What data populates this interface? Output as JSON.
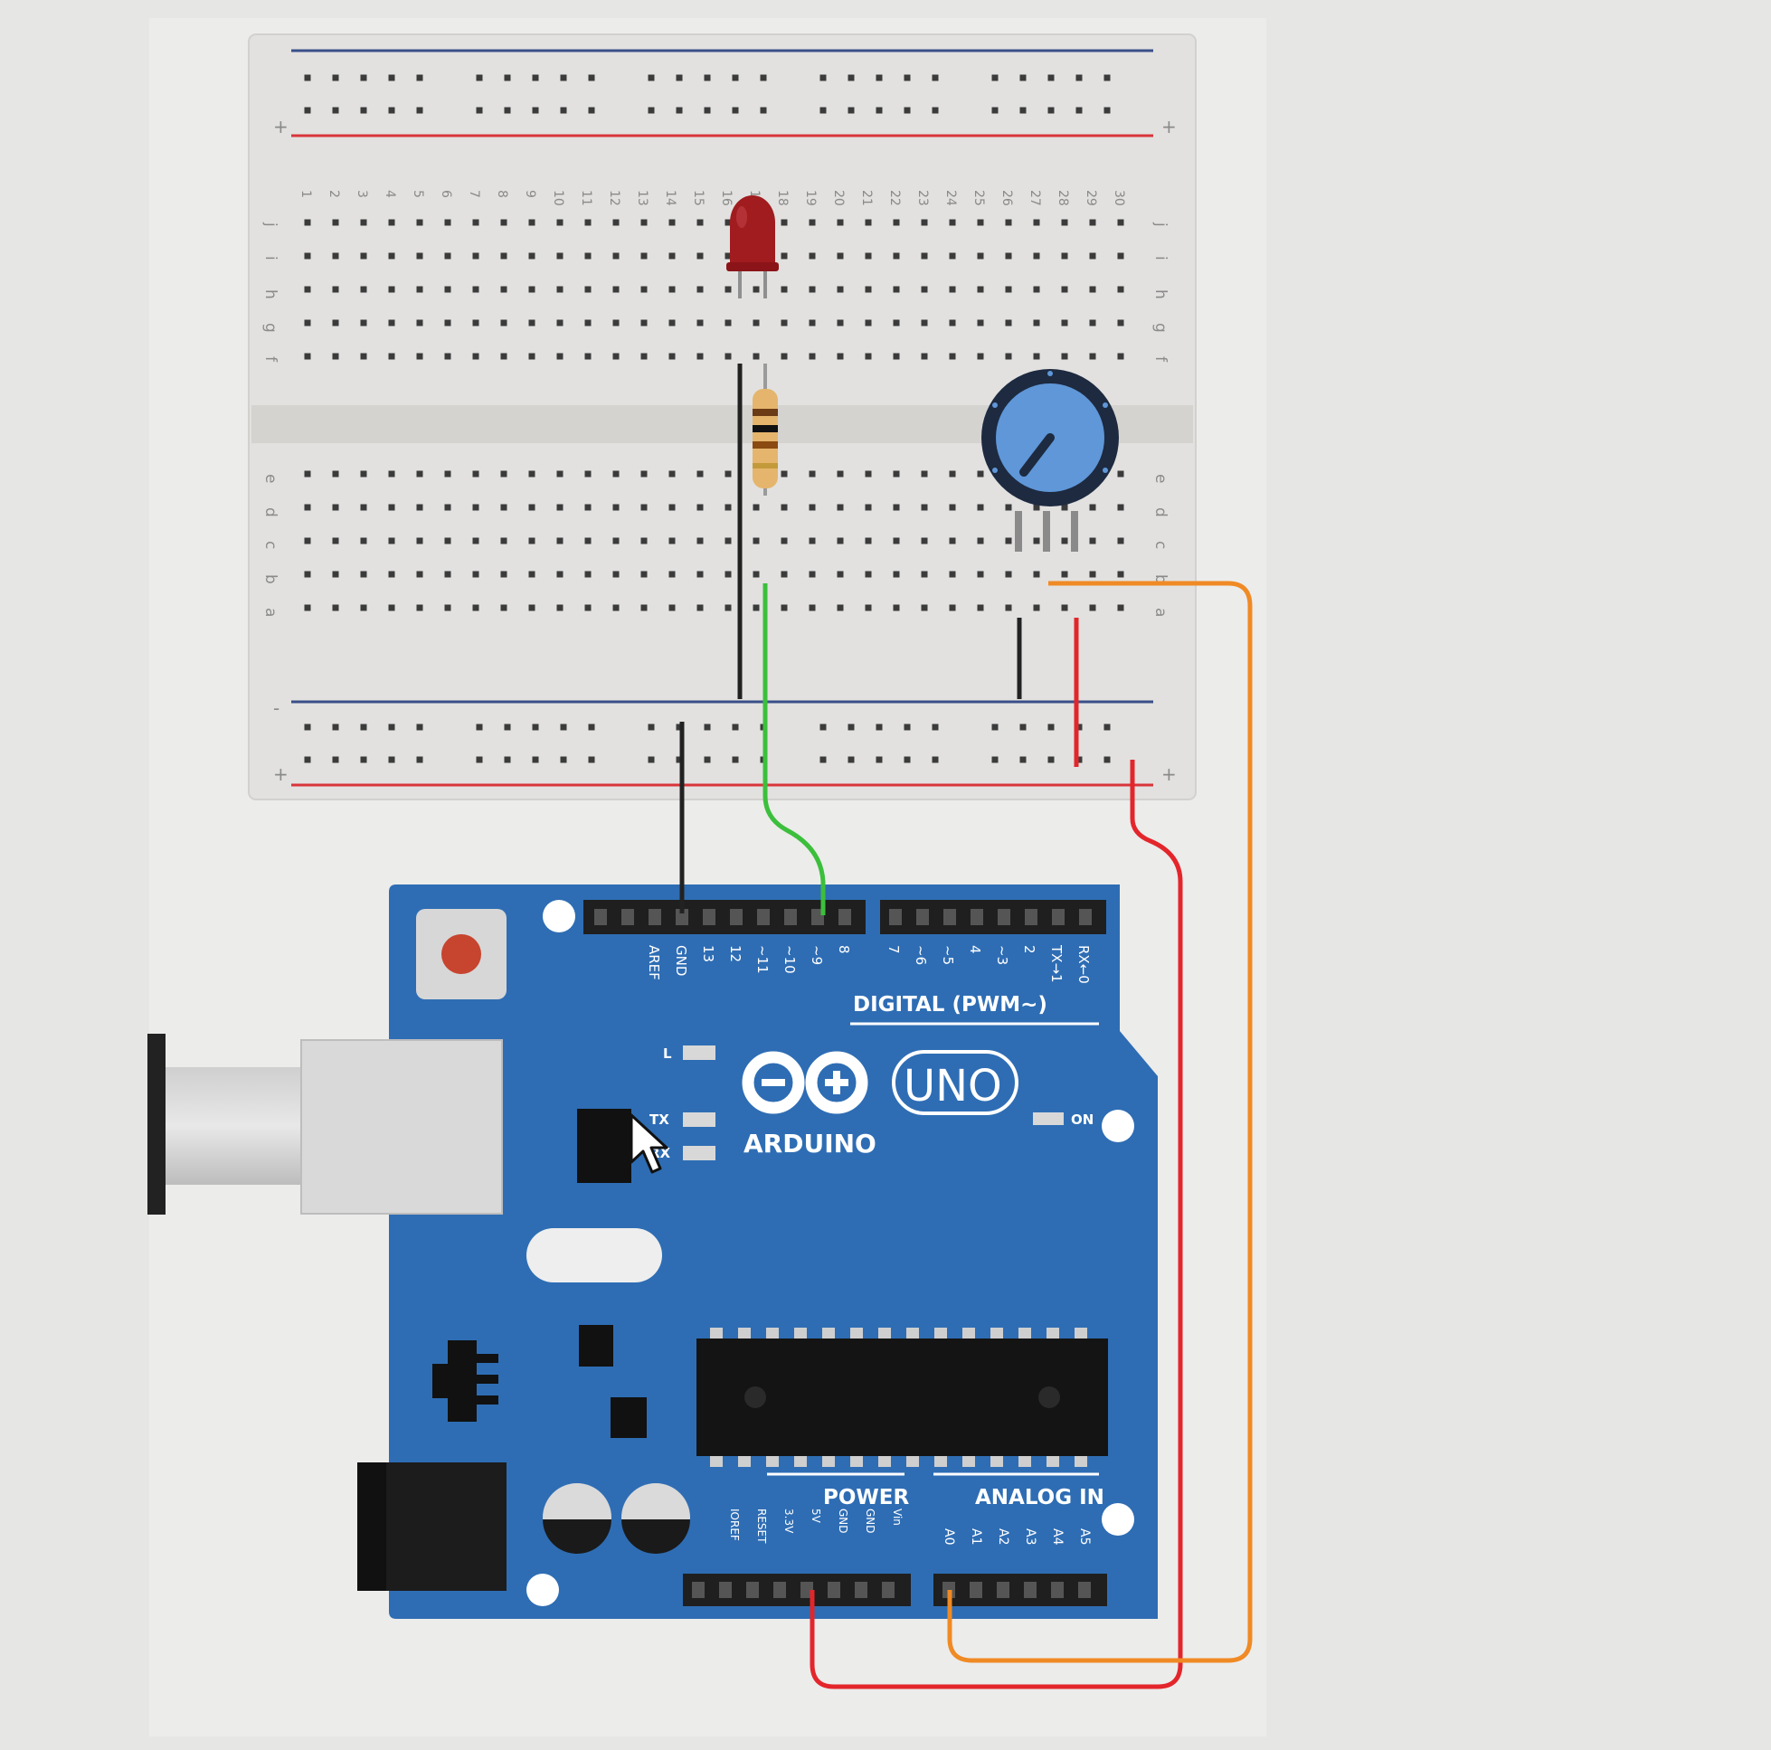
{
  "breadboard": {
    "columns": [
      "1",
      "2",
      "3",
      "4",
      "5",
      "6",
      "7",
      "8",
      "9",
      "10",
      "11",
      "12",
      "13",
      "14",
      "15",
      "16",
      "17",
      "18",
      "19",
      "20",
      "21",
      "22",
      "23",
      "24",
      "25",
      "26",
      "27",
      "28",
      "29",
      "30"
    ],
    "top_rows": [
      "j",
      "i",
      "h",
      "g",
      "f"
    ],
    "bottom_rows": [
      "e",
      "d",
      "c",
      "b",
      "a"
    ],
    "rail_minus": "-",
    "rail_plus": "+"
  },
  "arduino": {
    "brand": "ARDUINO",
    "model": "UNO",
    "digital_header_label": "DIGITAL (PWM~)",
    "digital_pins": [
      "AREF",
      "GND",
      "13",
      "12",
      "~11",
      "~10",
      "~9",
      "8",
      "7",
      "~6",
      "~5",
      "4",
      "~3",
      "2",
      "TX→1",
      "RX←0"
    ],
    "led_labels": [
      "L",
      "TX",
      "RX"
    ],
    "on_label": "ON",
    "power_header_label": "POWER",
    "power_pins": [
      "IOREF",
      "RESET",
      "3.3V",
      "5V",
      "GND",
      "GND",
      "Vin"
    ],
    "analog_header_label": "ANALOG IN",
    "analog_pins": [
      "A0",
      "A1",
      "A2",
      "A3",
      "A4",
      "A5"
    ]
  },
  "wire_colors": {
    "black": "#222222",
    "green": "#3cbf3c",
    "red": "#e3262b",
    "orange": "#f08a24"
  },
  "component_colors": {
    "board_blue": "#2e6db4",
    "led_red": "#a01c1f",
    "pot_knob": "#5f97d8"
  }
}
